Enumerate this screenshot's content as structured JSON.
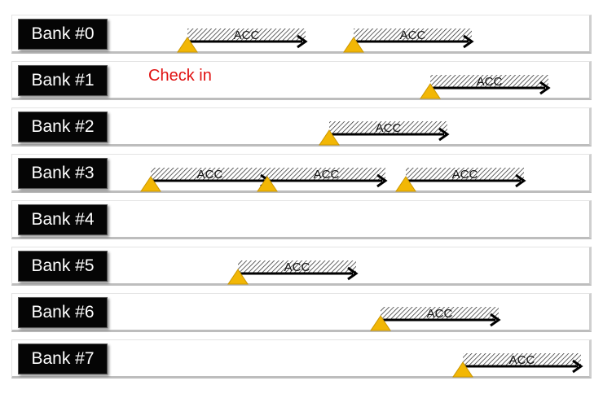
{
  "checkin_label": "Check in",
  "acc_label": "ACC",
  "colors": {
    "marker": "#f2b705",
    "checkin_text": "#e01010",
    "label_bg": "#050505"
  },
  "banks": [
    {
      "label": "Bank #0",
      "accesses": [
        230,
        434
      ]
    },
    {
      "label": "Bank #1",
      "accesses": [
        528
      ]
    },
    {
      "label": "Bank #2",
      "accesses": [
        404
      ]
    },
    {
      "label": "Bank #3",
      "accesses": [
        185,
        328,
        498
      ]
    },
    {
      "label": "Bank #4",
      "accesses": []
    },
    {
      "label": "Bank #5",
      "accesses": [
        292
      ]
    },
    {
      "label": "Bank #6",
      "accesses": [
        467
      ]
    },
    {
      "label": "Bank #7",
      "accesses": [
        568
      ]
    }
  ]
}
